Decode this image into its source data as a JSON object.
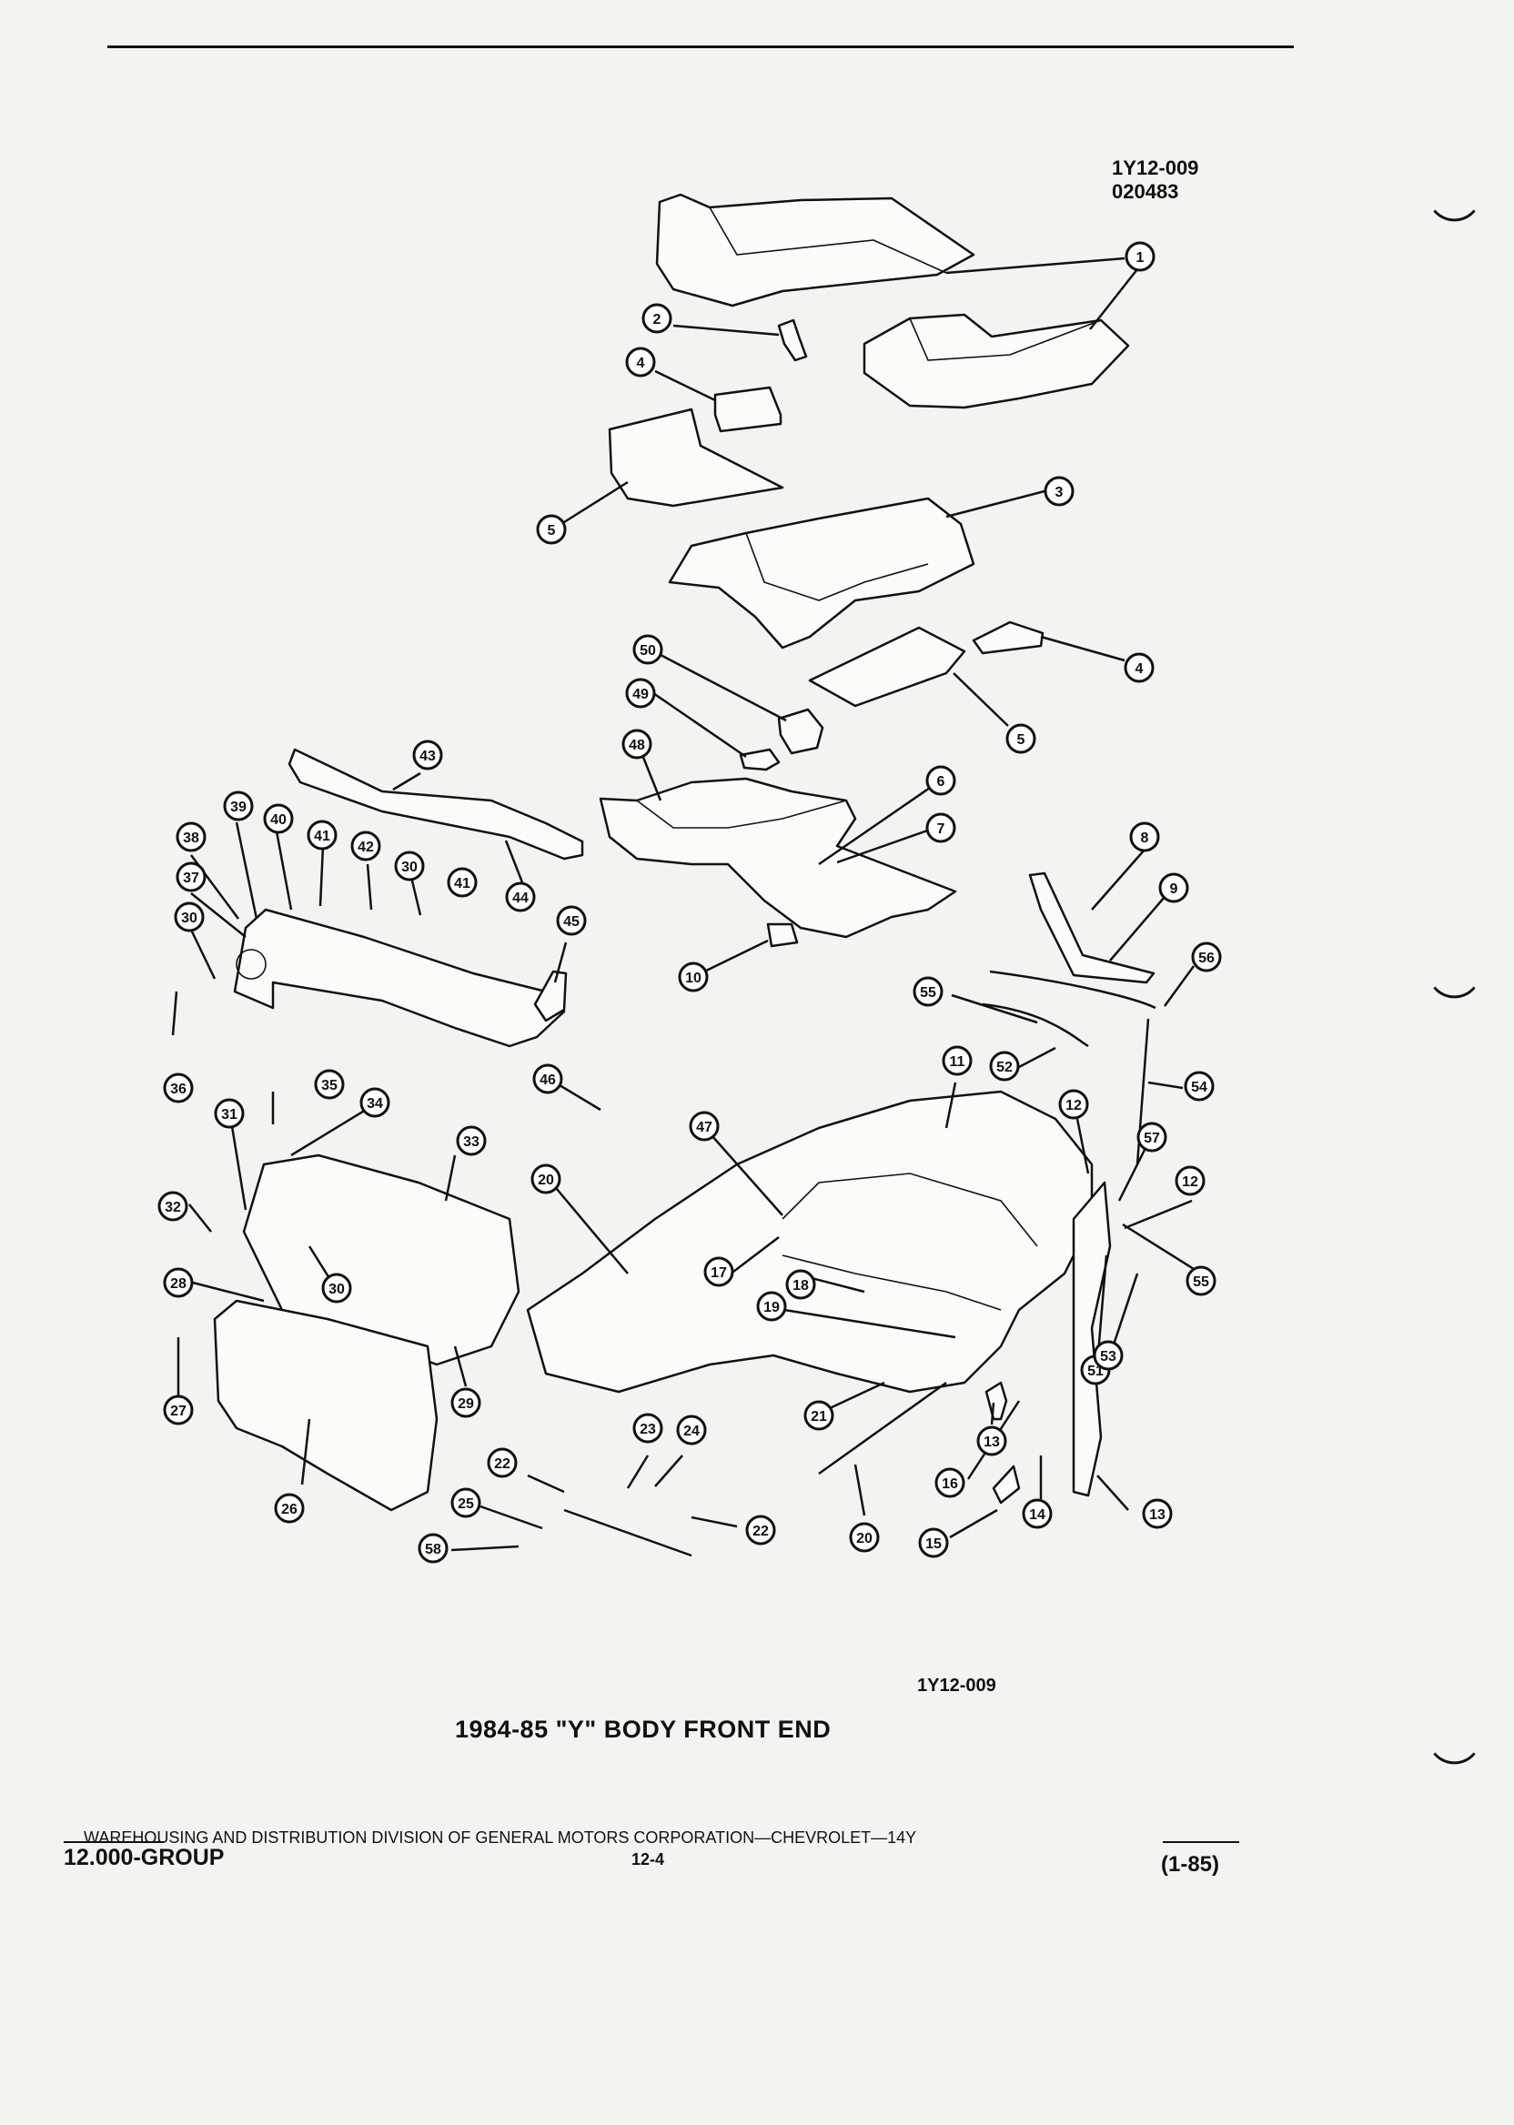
{
  "header": {
    "figure_code": "1Y12-009",
    "figure_date": "020483"
  },
  "callouts": [
    {
      "n": "1"
    },
    {
      "n": "2"
    },
    {
      "n": "3"
    },
    {
      "n": "4"
    },
    {
      "n": "5"
    },
    {
      "n": "4"
    },
    {
      "n": "5"
    },
    {
      "n": "50"
    },
    {
      "n": "49"
    },
    {
      "n": "48"
    },
    {
      "n": "6"
    },
    {
      "n": "7"
    },
    {
      "n": "10"
    },
    {
      "n": "43"
    },
    {
      "n": "44"
    },
    {
      "n": "45"
    },
    {
      "n": "39"
    },
    {
      "n": "40"
    },
    {
      "n": "41"
    },
    {
      "n": "42"
    },
    {
      "n": "30"
    },
    {
      "n": "41"
    },
    {
      "n": "38"
    },
    {
      "n": "37"
    },
    {
      "n": "30"
    },
    {
      "n": "36"
    },
    {
      "n": "8"
    },
    {
      "n": "9"
    },
    {
      "n": "56"
    },
    {
      "n": "55"
    },
    {
      "n": "52"
    },
    {
      "n": "11"
    },
    {
      "n": "54"
    },
    {
      "n": "12"
    },
    {
      "n": "57"
    },
    {
      "n": "12"
    },
    {
      "n": "55"
    },
    {
      "n": "46"
    },
    {
      "n": "47"
    },
    {
      "n": "35"
    },
    {
      "n": "34"
    },
    {
      "n": "31"
    },
    {
      "n": "33"
    },
    {
      "n": "20"
    },
    {
      "n": "32"
    },
    {
      "n": "28"
    },
    {
      "n": "30"
    },
    {
      "n": "17"
    },
    {
      "n": "18"
    },
    {
      "n": "19"
    },
    {
      "n": "51"
    },
    {
      "n": "53"
    },
    {
      "n": "27"
    },
    {
      "n": "29"
    },
    {
      "n": "21"
    },
    {
      "n": "13"
    },
    {
      "n": "16"
    },
    {
      "n": "14"
    },
    {
      "n": "13"
    },
    {
      "n": "23"
    },
    {
      "n": "24"
    },
    {
      "n": "22"
    },
    {
      "n": "22"
    },
    {
      "n": "26"
    },
    {
      "n": "25"
    },
    {
      "n": "58"
    },
    {
      "n": "20"
    },
    {
      "n": "15"
    }
  ],
  "footer_code": "1Y12-009",
  "caption": "1984-85 \"Y\" BODY FRONT END",
  "footer": {
    "division_line": "WAREHOUSING AND DISTRIBUTION  DIVISION OF GENERAL MOTORS CORPORATION—CHEVROLET—14Y",
    "group": "12.000-GROUP",
    "page": "12-4",
    "date": "(1-85)"
  }
}
